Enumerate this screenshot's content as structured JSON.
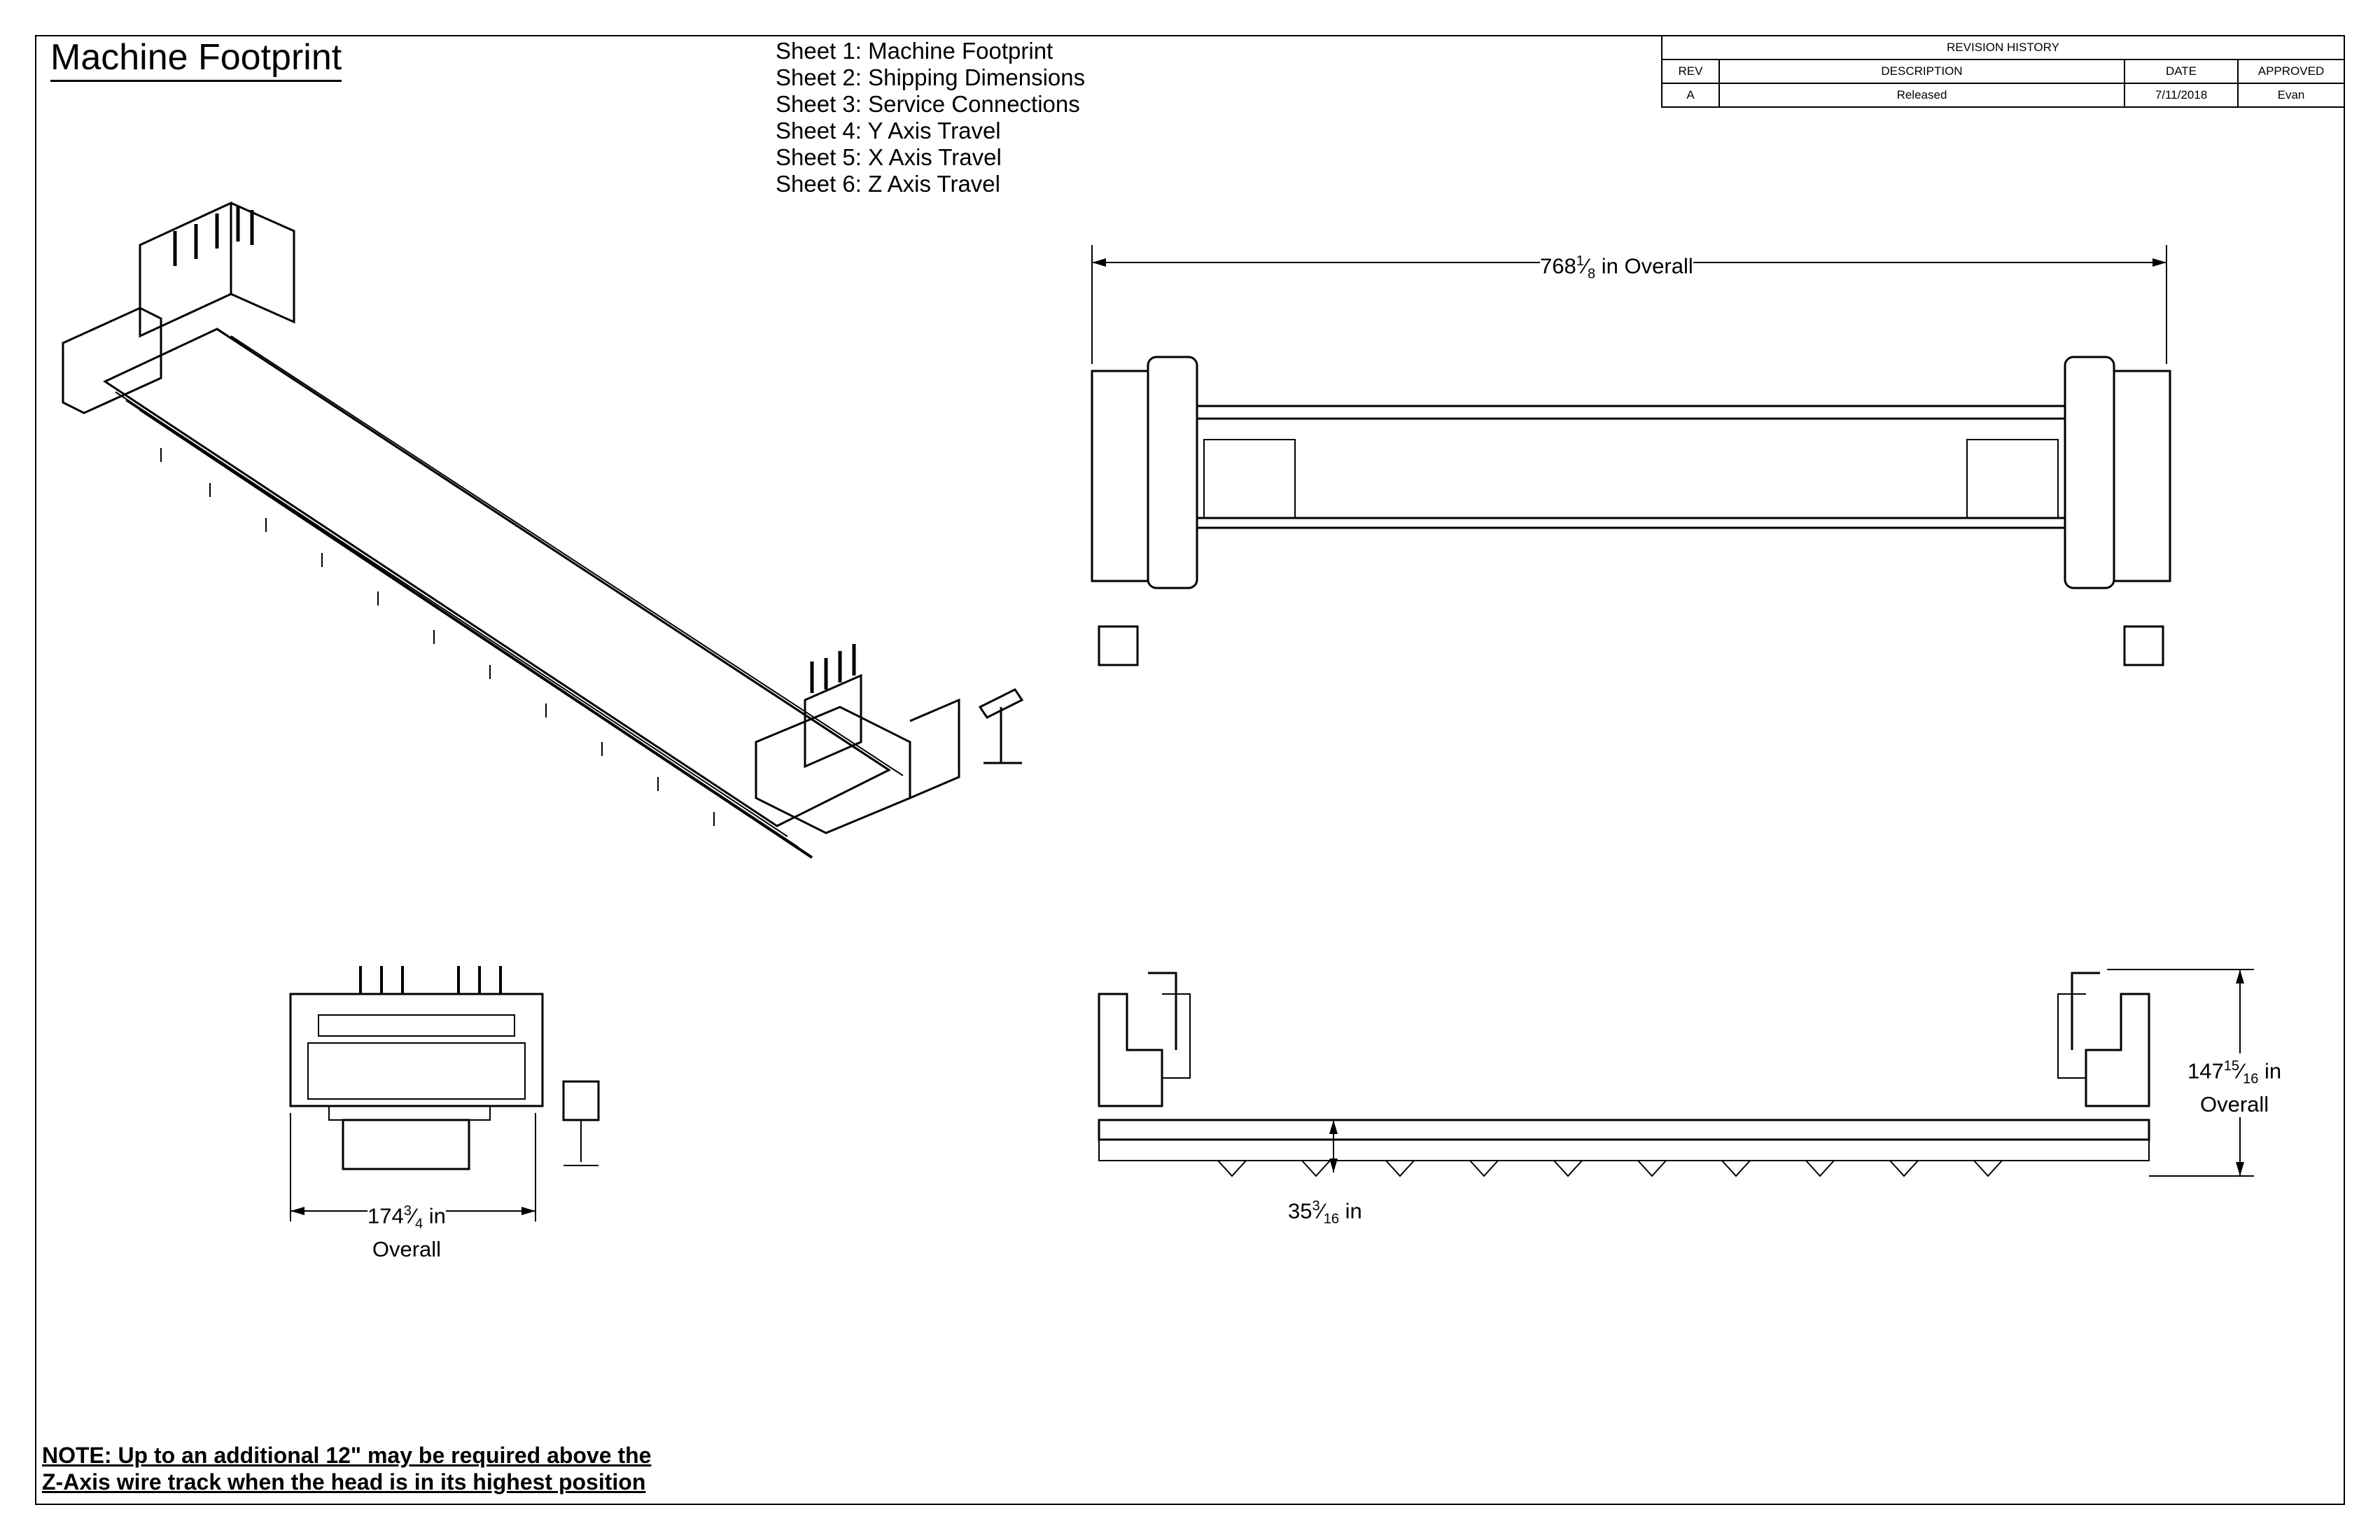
{
  "title": "Machine Footprint",
  "sheets": [
    "Sheet 1: Machine Footprint",
    "Sheet 2: Shipping Dimensions",
    "Sheet 3: Service Connections",
    "Sheet 4: Y Axis Travel",
    "Sheet 5: X Axis Travel",
    "Sheet 6: Z Axis Travel"
  ],
  "revision_history": {
    "heading": "REVISION HISTORY",
    "columns": [
      "REV",
      "DESCRIPTION",
      "DATE",
      "APPROVED"
    ],
    "rows": [
      [
        "A",
        "Released",
        "7/11/2018",
        "Evan"
      ]
    ]
  },
  "dimensions": {
    "overall_length": {
      "whole": "768",
      "num": "1",
      "den": "8",
      "suffix": " in Overall"
    },
    "front_width": {
      "whole": "174",
      "num": "3",
      "den": "4",
      "suffix": " in",
      "line2": "Overall"
    },
    "height": {
      "whole": "147",
      "num": "15",
      "den": "16",
      "suffix": " in",
      "line2": "Overall"
    },
    "base": {
      "whole": "35",
      "num": "3",
      "den": "16",
      "suffix": " in"
    }
  },
  "note": {
    "line1": "NOTE: Up to an additional 12\" may be required above the",
    "line2": "Z-Axis wire track when the head is in its highest position"
  }
}
